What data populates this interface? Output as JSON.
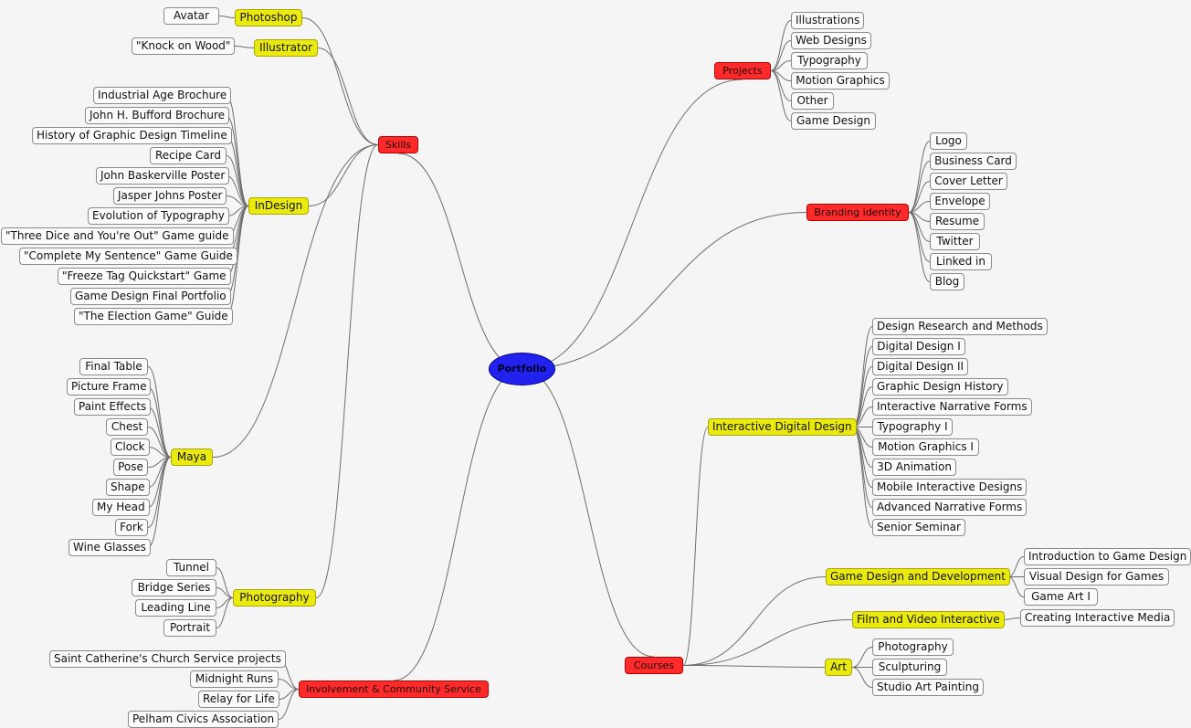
{
  "root": {
    "id": "root",
    "label": "Portfolio"
  },
  "colors": {
    "root": "#2222ee",
    "main": "#ff2a2a",
    "sub": "#eaea10",
    "leaf": "#fbfbfb",
    "link": "#6e6e6e"
  },
  "nodes": [
    {
      "id": "skills",
      "label": "Skills",
      "type": "main",
      "parent": "root"
    },
    {
      "id": "projects",
      "label": "Projects",
      "type": "main",
      "parent": "root"
    },
    {
      "id": "branding",
      "label": "Branding identity",
      "type": "main",
      "parent": "root"
    },
    {
      "id": "courses",
      "label": "Courses",
      "type": "main",
      "parent": "root"
    },
    {
      "id": "involvement",
      "label": "Involvement & Community Service",
      "type": "main",
      "parent": "root"
    },
    {
      "id": "photoshop",
      "label": "Photoshop",
      "type": "sub",
      "parent": "skills"
    },
    {
      "id": "illustrator",
      "label": "Illustrator",
      "type": "sub",
      "parent": "skills"
    },
    {
      "id": "indesign",
      "label": "InDesign",
      "type": "sub",
      "parent": "skills"
    },
    {
      "id": "maya",
      "label": "Maya",
      "type": "sub",
      "parent": "skills"
    },
    {
      "id": "photography",
      "label": "Photography",
      "type": "sub",
      "parent": "skills"
    },
    {
      "id": "avatar",
      "label": "Avatar",
      "type": "leaf",
      "parent": "photoshop"
    },
    {
      "id": "knock",
      "label": "\"Knock on Wood\"",
      "type": "leaf",
      "parent": "illustrator"
    },
    {
      "id": "id1",
      "label": "Industrial Age Brochure",
      "type": "leaf",
      "parent": "indesign"
    },
    {
      "id": "id2",
      "label": "John H. Bufford Brochure",
      "type": "leaf",
      "parent": "indesign"
    },
    {
      "id": "id3",
      "label": "History of Graphic Design Timeline",
      "type": "leaf",
      "parent": "indesign"
    },
    {
      "id": "id4",
      "label": "Recipe Card",
      "type": "leaf",
      "parent": "indesign"
    },
    {
      "id": "id5",
      "label": "John Baskerville Poster",
      "type": "leaf",
      "parent": "indesign"
    },
    {
      "id": "id6",
      "label": "Jasper Johns Poster",
      "type": "leaf",
      "parent": "indesign"
    },
    {
      "id": "id7",
      "label": "Evolution of Typography",
      "type": "leaf",
      "parent": "indesign"
    },
    {
      "id": "id8",
      "label": "\"Three Dice and You're Out\" Game guide",
      "type": "leaf",
      "parent": "indesign"
    },
    {
      "id": "id9",
      "label": "\"Complete My Sentence\" Game Guide",
      "type": "leaf",
      "parent": "indesign"
    },
    {
      "id": "id10",
      "label": "\"Freeze Tag Quickstart\" Game",
      "type": "leaf",
      "parent": "indesign"
    },
    {
      "id": "id11",
      "label": "Game Design Final Portfolio",
      "type": "leaf",
      "parent": "indesign"
    },
    {
      "id": "id12",
      "label": "\"The Election Game\" Guide",
      "type": "leaf",
      "parent": "indesign"
    },
    {
      "id": "m1",
      "label": "Final Table",
      "type": "leaf",
      "parent": "maya"
    },
    {
      "id": "m2",
      "label": "Picture Frame",
      "type": "leaf",
      "parent": "maya"
    },
    {
      "id": "m3",
      "label": "Paint Effects",
      "type": "leaf",
      "parent": "maya"
    },
    {
      "id": "m4",
      "label": "Chest",
      "type": "leaf",
      "parent": "maya"
    },
    {
      "id": "m5",
      "label": "Clock",
      "type": "leaf",
      "parent": "maya"
    },
    {
      "id": "m6",
      "label": "Pose",
      "type": "leaf",
      "parent": "maya"
    },
    {
      "id": "m7",
      "label": "Shape",
      "type": "leaf",
      "parent": "maya"
    },
    {
      "id": "m8",
      "label": "My Head",
      "type": "leaf",
      "parent": "maya"
    },
    {
      "id": "m9",
      "label": "Fork",
      "type": "leaf",
      "parent": "maya"
    },
    {
      "id": "m10",
      "label": "Wine Glasses",
      "type": "leaf",
      "parent": "maya"
    },
    {
      "id": "p1",
      "label": "Tunnel",
      "type": "leaf",
      "parent": "photography"
    },
    {
      "id": "p2",
      "label": "Bridge Series",
      "type": "leaf",
      "parent": "photography"
    },
    {
      "id": "p3",
      "label": "Leading Line",
      "type": "leaf",
      "parent": "photography"
    },
    {
      "id": "p4",
      "label": "Portrait",
      "type": "leaf",
      "parent": "photography"
    },
    {
      "id": "inv1",
      "label": "Saint Catherine's Church Service projects",
      "type": "leaf",
      "parent": "involvement"
    },
    {
      "id": "inv2",
      "label": "Midnight Runs",
      "type": "leaf",
      "parent": "involvement"
    },
    {
      "id": "inv3",
      "label": "Relay for Life",
      "type": "leaf",
      "parent": "involvement"
    },
    {
      "id": "inv4",
      "label": "Pelham Civics Association",
      "type": "leaf",
      "parent": "involvement"
    },
    {
      "id": "pr1",
      "label": "Illustrations",
      "type": "leaf",
      "parent": "projects"
    },
    {
      "id": "pr2",
      "label": "Web Designs",
      "type": "leaf",
      "parent": "projects"
    },
    {
      "id": "pr3",
      "label": "Typography",
      "type": "leaf",
      "parent": "projects"
    },
    {
      "id": "pr4",
      "label": "Motion Graphics",
      "type": "leaf",
      "parent": "projects"
    },
    {
      "id": "pr5",
      "label": "Other",
      "type": "leaf",
      "parent": "projects"
    },
    {
      "id": "pr6",
      "label": "Game Design",
      "type": "leaf",
      "parent": "projects"
    },
    {
      "id": "b1",
      "label": "Logo",
      "type": "leaf",
      "parent": "branding"
    },
    {
      "id": "b2",
      "label": "Business Card",
      "type": "leaf",
      "parent": "branding"
    },
    {
      "id": "b3",
      "label": "Cover Letter",
      "type": "leaf",
      "parent": "branding"
    },
    {
      "id": "b4",
      "label": "Envelope",
      "type": "leaf",
      "parent": "branding"
    },
    {
      "id": "b5",
      "label": "Resume",
      "type": "leaf",
      "parent": "branding"
    },
    {
      "id": "b6",
      "label": "Twitter",
      "type": "leaf",
      "parent": "branding"
    },
    {
      "id": "b7",
      "label": "Linked in",
      "type": "leaf",
      "parent": "branding"
    },
    {
      "id": "b8",
      "label": "Blog",
      "type": "leaf",
      "parent": "branding"
    },
    {
      "id": "idd",
      "label": "Interactive Digital Design",
      "type": "sub",
      "parent": "courses"
    },
    {
      "id": "gdd",
      "label": "Game Design and Development",
      "type": "sub",
      "parent": "courses"
    },
    {
      "id": "fvi",
      "label": "Film and Video Interactive",
      "type": "sub",
      "parent": "courses"
    },
    {
      "id": "art",
      "label": "Art",
      "type": "sub",
      "parent": "courses"
    },
    {
      "id": "c1",
      "label": "Design Research and Methods",
      "type": "leaf",
      "parent": "idd"
    },
    {
      "id": "c2",
      "label": "Digital Design I",
      "type": "leaf",
      "parent": "idd"
    },
    {
      "id": "c3",
      "label": "Digital Design II",
      "type": "leaf",
      "parent": "idd"
    },
    {
      "id": "c4",
      "label": "Graphic Design History",
      "type": "leaf",
      "parent": "idd"
    },
    {
      "id": "c5",
      "label": "Interactive Narrative Forms",
      "type": "leaf",
      "parent": "idd"
    },
    {
      "id": "c6",
      "label": "Typography I",
      "type": "leaf",
      "parent": "idd"
    },
    {
      "id": "c7",
      "label": "Motion Graphics I",
      "type": "leaf",
      "parent": "idd"
    },
    {
      "id": "c8",
      "label": "3D Animation",
      "type": "leaf",
      "parent": "idd"
    },
    {
      "id": "c9",
      "label": "Mobile Interactive Designs",
      "type": "leaf",
      "parent": "idd"
    },
    {
      "id": "c10",
      "label": "Advanced Narrative Forms",
      "type": "leaf",
      "parent": "idd"
    },
    {
      "id": "c11",
      "label": "Senior Seminar",
      "type": "leaf",
      "parent": "idd"
    },
    {
      "id": "g1",
      "label": "Introduction to Game Design",
      "type": "leaf",
      "parent": "gdd"
    },
    {
      "id": "g2",
      "label": "Visual Design for Games",
      "type": "leaf",
      "parent": "gdd"
    },
    {
      "id": "g3",
      "label": "Game Art I",
      "type": "leaf",
      "parent": "gdd"
    },
    {
      "id": "f1",
      "label": "Creating Interactive Media",
      "type": "leaf",
      "parent": "fvi"
    },
    {
      "id": "a1",
      "label": "Photography",
      "type": "leaf",
      "parent": "art"
    },
    {
      "id": "a2",
      "label": "Sculpturing",
      "type": "leaf",
      "parent": "art"
    },
    {
      "id": "a3",
      "label": "Studio Art Painting",
      "type": "leaf",
      "parent": "art"
    }
  ]
}
